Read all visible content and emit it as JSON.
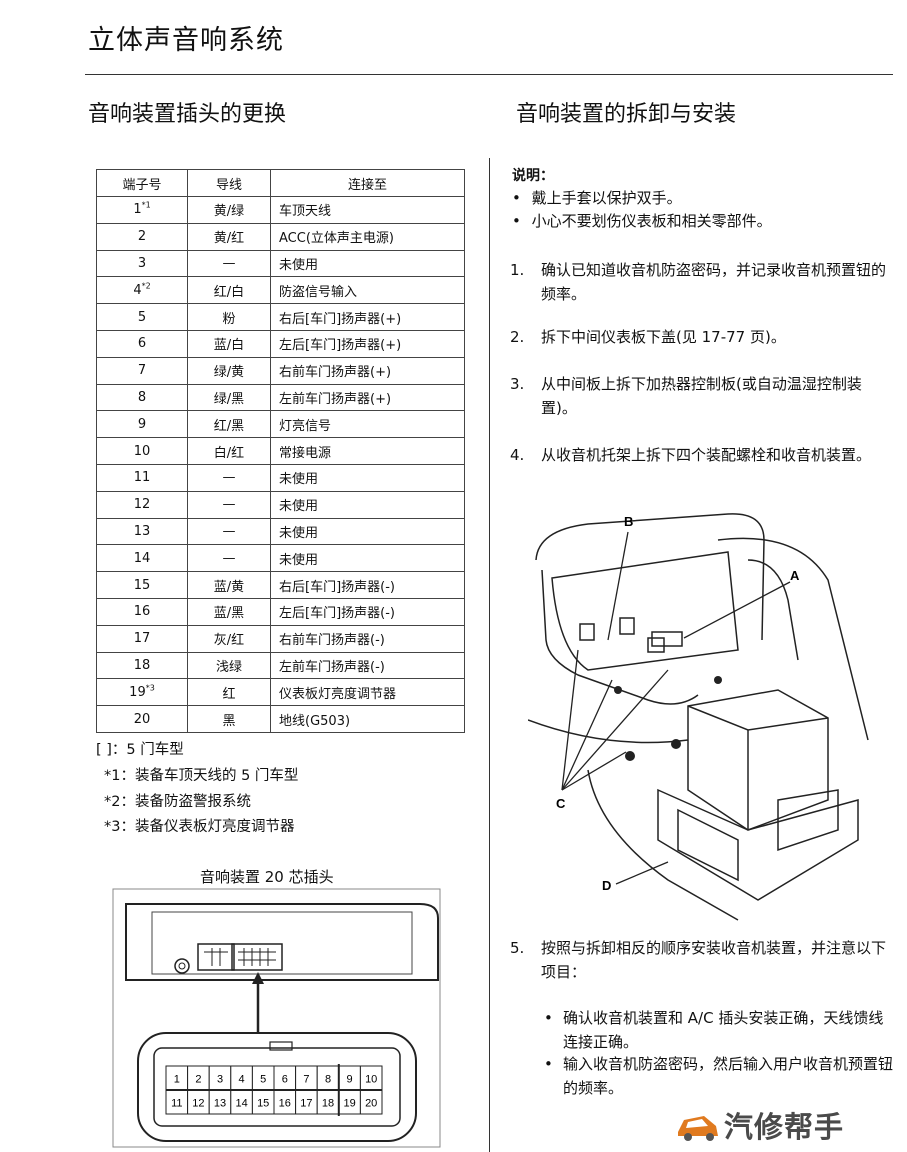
{
  "page_title": "立体声音响系统",
  "left_section": {
    "title": "音响装置插头的更换",
    "table": {
      "headers": [
        "端子号",
        "导线",
        "连接至"
      ],
      "rows": [
        {
          "pin": "1",
          "sup": "*1",
          "wire": "黄/绿",
          "to": "车顶天线"
        },
        {
          "pin": "2",
          "sup": "",
          "wire": "黄/红",
          "to": "ACC(立体声主电源)"
        },
        {
          "pin": "3",
          "sup": "",
          "wire": "—",
          "to": "未使用"
        },
        {
          "pin": "4",
          "sup": "*2",
          "wire": "红/白",
          "to": "防盗信号输入"
        },
        {
          "pin": "5",
          "sup": "",
          "wire": "粉",
          "to": "右后[车门]扬声器(+)"
        },
        {
          "pin": "6",
          "sup": "",
          "wire": "蓝/白",
          "to": "左后[车门]扬声器(+)"
        },
        {
          "pin": "7",
          "sup": "",
          "wire": "绿/黄",
          "to": "右前车门扬声器(+)"
        },
        {
          "pin": "8",
          "sup": "",
          "wire": "绿/黑",
          "to": "左前车门扬声器(+)"
        },
        {
          "pin": "9",
          "sup": "",
          "wire": "红/黑",
          "to": "灯亮信号"
        },
        {
          "pin": "10",
          "sup": "",
          "wire": "白/红",
          "to": "常接电源"
        },
        {
          "pin": "11",
          "sup": "",
          "wire": "—",
          "to": "未使用"
        },
        {
          "pin": "12",
          "sup": "",
          "wire": "—",
          "to": "未使用"
        },
        {
          "pin": "13",
          "sup": "",
          "wire": "—",
          "to": "未使用"
        },
        {
          "pin": "14",
          "sup": "",
          "wire": "—",
          "to": "未使用"
        },
        {
          "pin": "15",
          "sup": "",
          "wire": "蓝/黄",
          "to": "右后[车门]扬声器(-)"
        },
        {
          "pin": "16",
          "sup": "",
          "wire": "蓝/黑",
          "to": "左后[车门]扬声器(-)"
        },
        {
          "pin": "17",
          "sup": "",
          "wire": "灰/红",
          "to": "右前车门扬声器(-)"
        },
        {
          "pin": "18",
          "sup": "",
          "wire": "浅绿",
          "to": "左前车门扬声器(-)"
        },
        {
          "pin": "19",
          "sup": "*3",
          "wire": "红",
          "to": "仪表板灯亮度调节器"
        },
        {
          "pin": "20",
          "sup": "",
          "wire": "黑",
          "to": "地线(G503)"
        }
      ]
    },
    "notes": [
      "[   ]：5 门车型",
      "*1：装备车顶天线的 5 门车型",
      "*2：装备防盗警报系统",
      "*3：装备仪表板灯亮度调节器"
    ],
    "connector_title": "音响装置 20 芯插头",
    "connector_pins_top": [
      "1",
      "2",
      "3",
      "4",
      "5",
      "6",
      "7",
      "8",
      "9",
      "10"
    ],
    "connector_pins_bottom": [
      "11",
      "12",
      "13",
      "14",
      "15",
      "16",
      "17",
      "18",
      "19",
      "20"
    ]
  },
  "right_section": {
    "title": "音响装置的拆卸与安装",
    "note_title": "说明：",
    "notes": [
      "戴上手套以保护双手。",
      "小心不要划伤仪表板和相关零部件。"
    ],
    "steps": [
      {
        "num": "1.",
        "text": "确认已知道收音机防盗密码，并记录收音机预置钮的频率。"
      },
      {
        "num": "2.",
        "text": "拆下中间仪表板下盖(见 17-77 页)。"
      },
      {
        "num": "3.",
        "text": "从中间板上拆下加热器控制板(或自动温湿控制装置)。"
      },
      {
        "num": "4.",
        "text": "从收音机托架上拆下四个装配螺栓和收音机装置。"
      },
      {
        "num": "5.",
        "text": "按照与拆卸相反的顺序安装收音机装置，并注意以下项目："
      }
    ],
    "figure_labels": [
      "A",
      "B",
      "C",
      "D"
    ],
    "sub_bullets": [
      "确认收音机装置和 A/C 插头安装正确，天线馈线连接正确。",
      "输入收音机防盗密码，然后输入用户收音机预置钮的频率。"
    ]
  },
  "watermark": {
    "text": "汽修帮手",
    "icon": "car-logo-icon"
  }
}
